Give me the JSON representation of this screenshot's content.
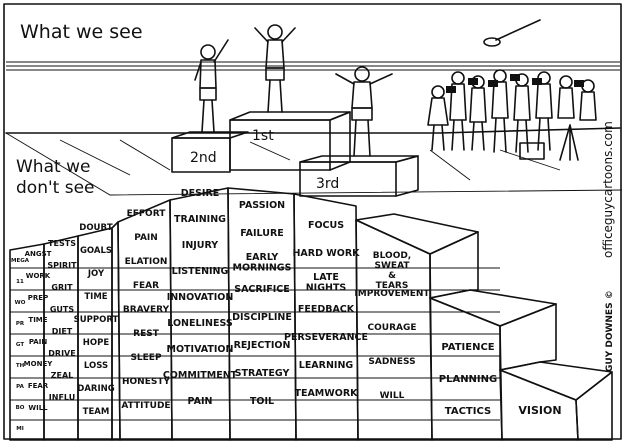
{
  "headings": {
    "top": "What we see",
    "bottom_line1": "What we",
    "bottom_line2": "don't see"
  },
  "credit": {
    "site": "officeguycartoons.com",
    "artist": "GUY DOWNES ©"
  },
  "podium": {
    "first": "1st",
    "second": "2nd",
    "third": "3rd"
  },
  "columns": [
    {
      "id": "col-1",
      "words": [
        "MEGA",
        "11",
        "WO",
        "PR",
        "GT",
        "TH",
        "PA",
        "BO",
        "MI"
      ]
    },
    {
      "id": "col-2",
      "words": [
        "ANGST",
        "WORK",
        "PREP",
        "TIME",
        "PAIN",
        "MONEY",
        "FEAR",
        "WILL"
      ]
    },
    {
      "id": "col-3",
      "words": [
        "TESTS",
        "SPIRIT",
        "GRIT",
        "GUTS",
        "DIET",
        "DRIVE",
        "ZEAL",
        "INFLU"
      ]
    },
    {
      "id": "col-4",
      "words": [
        "DOUBT",
        "GOALS",
        "JOY",
        "TIME",
        "SUPPORT",
        "HOPE",
        "LOSS",
        "DARING",
        "TEAM"
      ]
    },
    {
      "id": "col-5",
      "words": [
        "EFFORT",
        "PAIN",
        "ELATION",
        "FEAR",
        "BRAVERY",
        "REST",
        "SLEEP",
        "HONESTY",
        "ATTITUDE"
      ]
    },
    {
      "id": "col-6",
      "words": [
        "DESIRE",
        "TRAINING",
        "INJURY",
        "LISTENING",
        "INNOVATION",
        "LONELINESS",
        "MOTIVATION",
        "COMMITMENT",
        "PAIN"
      ]
    },
    {
      "id": "col-7",
      "words": [
        "PASSION",
        "FAILURE",
        "EARLY MORNINGS",
        "SACRIFICE",
        "DISCIPLINE",
        "REJECTION",
        "STRATEGY",
        "TOIL"
      ]
    },
    {
      "id": "col-8",
      "words": [
        "FOCUS",
        "HARD WORK",
        "LATE NIGHTS",
        "FEEDBACK",
        "PERSEVERANCE",
        "LEARNING",
        "TEAMWORK"
      ]
    },
    {
      "id": "col-9",
      "words": [
        "BLOOD, SWEAT & TEARS",
        "IMPROVEMENT",
        "COURAGE",
        "SADNESS",
        "WILL"
      ]
    },
    {
      "id": "col-10",
      "words": [
        "PATIENCE",
        "PLANNING",
        "TACTICS"
      ]
    },
    {
      "id": "col-11",
      "words": [
        "VISION"
      ]
    }
  ]
}
